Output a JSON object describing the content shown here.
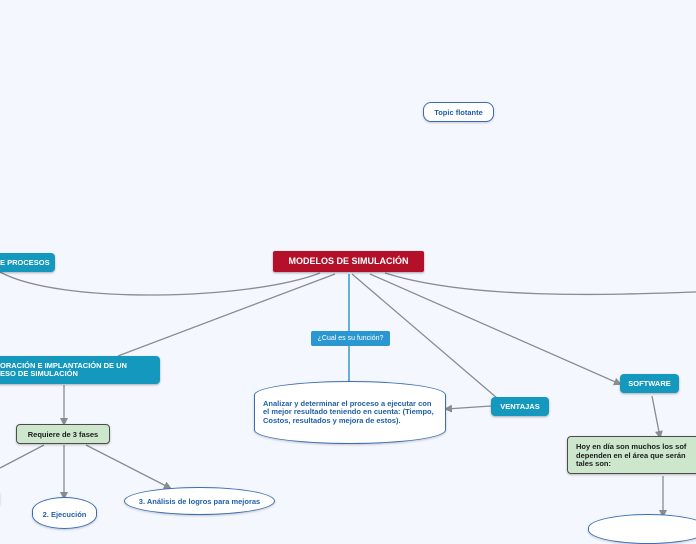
{
  "map": {
    "central": "MODELOS DE SIMULACIÓN",
    "floating_topic": "Topic flotante",
    "procesos": "E PROCESOS",
    "elaboracion": "ORACIÓN E IMPLANTACIÓN DE UN ESO DE SIMULACIÓN",
    "fases": "Requiere de 3 fases",
    "ejecucion": "2. Ejecución",
    "analisis": "3. Análisis de logros para mejoras",
    "funcion_q": "¿Cual es su función?",
    "funcion_a": "Analizar y determinar el proceso a ejecutar con el mejor resultado teniendo en cuenta: (Tiempo, Costos, resultados y mejora de estos).",
    "ventajas": "VENTAJAS",
    "software": "SOFTWARE",
    "software_desc": "Hoy en día son muchos los sof dependen en el área que serán tales son:"
  },
  "colors": {
    "main": "#b5102a",
    "teal": "#1598bd",
    "green": "#cde7cd",
    "blue_text": "#1f5fa7",
    "connector": "#878c92"
  }
}
